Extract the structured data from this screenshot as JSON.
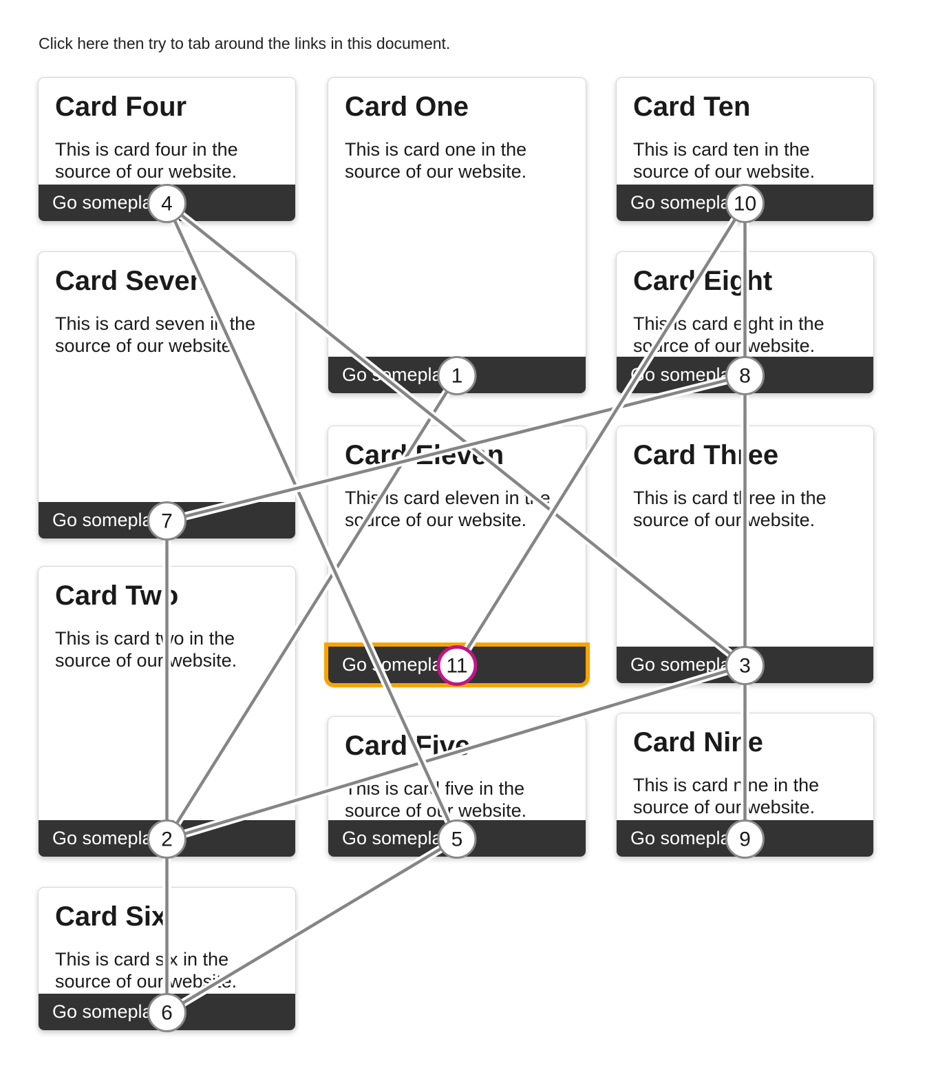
{
  "page": {
    "instruction": "Click here then try to tab around the links in this document."
  },
  "cards": [
    {
      "id": "four",
      "title": "Card Four",
      "body": "This is card four in the source of our website.",
      "button_label": "Go someplace",
      "tab_number": 4,
      "focused": false
    },
    {
      "id": "seven",
      "title": "Card Seven",
      "body": "This is card seven in the source of our website.",
      "button_label": "Go someplace",
      "tab_number": 7,
      "focused": false
    },
    {
      "id": "two",
      "title": "Card Two",
      "body": "This is card two in the source of our website.",
      "button_label": "Go someplace",
      "tab_number": 2,
      "focused": false
    },
    {
      "id": "six",
      "title": "Card Six",
      "body": "This is card six in the source of our website.",
      "button_label": "Go someplace",
      "tab_number": 6,
      "focused": false
    },
    {
      "id": "one",
      "title": "Card One",
      "body": "This is card one in the source of our website.",
      "button_label": "Go someplace",
      "tab_number": 1,
      "focused": false
    },
    {
      "id": "eleven",
      "title": "Card Eleven",
      "body": "This is card eleven in the source of our website.",
      "button_label": "Go someplace",
      "tab_number": 11,
      "focused": true
    },
    {
      "id": "five",
      "title": "Card Five",
      "body": "This is card five in the source of our website.",
      "button_label": "Go someplace",
      "tab_number": 5,
      "focused": false
    },
    {
      "id": "ten",
      "title": "Card Ten",
      "body": "This is card ten in the source of our website.",
      "button_label": "Go someplace",
      "tab_number": 10,
      "focused": false
    },
    {
      "id": "eight",
      "title": "Card Eight",
      "body": "This is card eight in the source of our website.",
      "button_label": "Go someplace",
      "tab_number": 8,
      "focused": false
    },
    {
      "id": "three",
      "title": "Card Three",
      "body": "This is card three in the source of our website.",
      "button_label": "Go someplace",
      "tab_number": 3,
      "focused": false
    },
    {
      "id": "nine",
      "title": "Card Nine",
      "body": "This is card nine in the source of our website.",
      "button_label": "Go someplace",
      "tab_number": 9,
      "focused": false
    }
  ],
  "tab_overlay": {
    "focused_tab_number": 11,
    "line_color": "#858585",
    "line_casing_color": "#ffffff",
    "circle_fill": "#ffffff",
    "circle_border_color": "#888888",
    "focused_circle_border_color": "#C01585",
    "focus_ring_color": "#F8A300",
    "circle_number_color": "#1a1a1a",
    "button_bg": "#333333"
  }
}
